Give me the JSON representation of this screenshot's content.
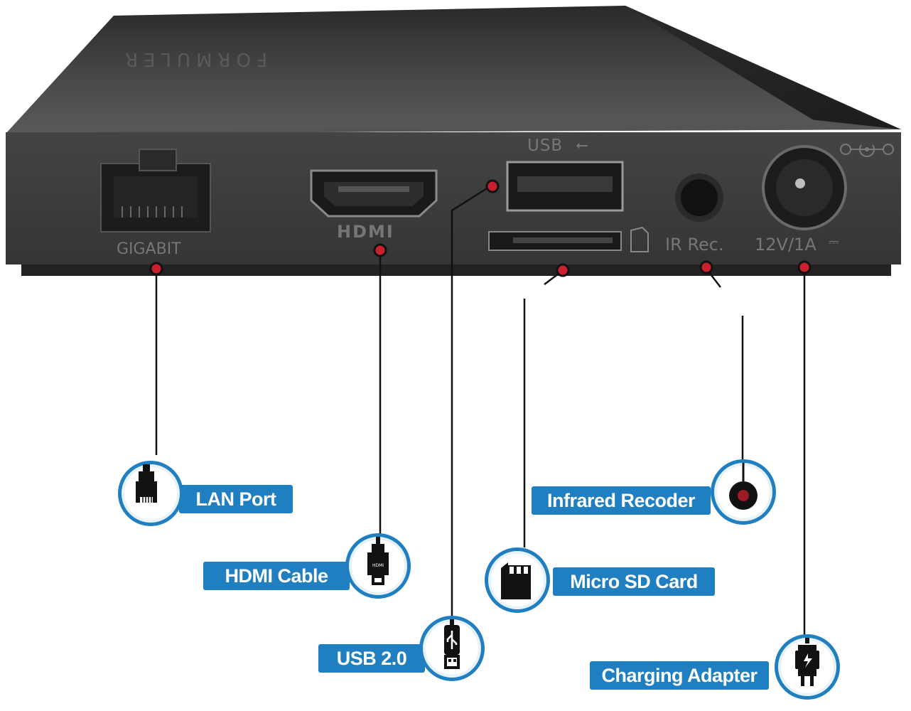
{
  "device": {
    "brand": "FORMULER",
    "ports": {
      "gigabit": "GIGABIT",
      "hdmi": "HDMI",
      "usb": "USB",
      "ir": "IR Rec.",
      "power": "12V/1A"
    }
  },
  "callouts": {
    "lan": "LAN Port",
    "hdmi_cable": "HDMI Cable",
    "usb": "USB 2.0",
    "infrared": "Infrared Recoder",
    "sd": "Micro SD Card",
    "charging": "Charging Adapter"
  },
  "colors": {
    "accent": "#1f7fc0",
    "indicator": "#c8202c",
    "device_body": "#3a3a3a"
  },
  "icons": [
    "ethernet-plug-icon",
    "hdmi-plug-icon",
    "usb-plug-icon",
    "infrared-sensor-icon",
    "sd-card-icon",
    "power-plug-icon"
  ]
}
